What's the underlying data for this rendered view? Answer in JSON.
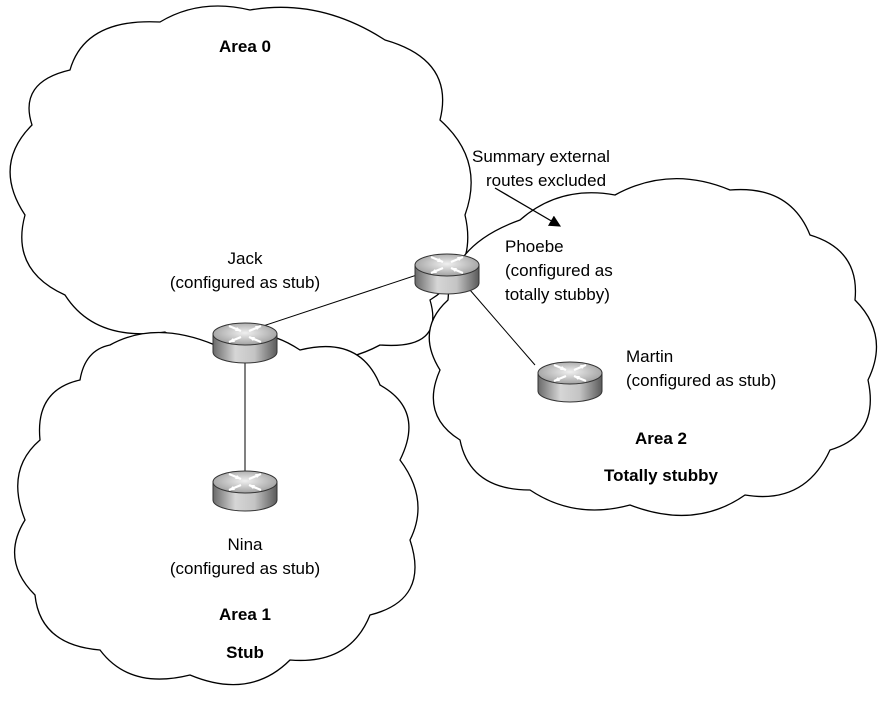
{
  "areas": {
    "area0": {
      "name": "Area 0",
      "type": ""
    },
    "area1": {
      "name": "Area 1",
      "type": "Stub"
    },
    "area2": {
      "name": "Area 2",
      "type": "Totally stubby"
    }
  },
  "routers": {
    "jack": {
      "name": "Jack",
      "config": "(configured as stub)"
    },
    "phoebe": {
      "name": "Phoebe",
      "config_line1": "(configured as",
      "config_line2": "totally stubby)"
    },
    "martin": {
      "name": "Martin",
      "config": "(configured as stub)"
    },
    "nina": {
      "name": "Nina",
      "config": "(configured as stub)"
    }
  },
  "annotation": {
    "line1": "Summary external",
    "line2": "routes excluded"
  },
  "links": [
    {
      "from": "Jack",
      "to": "Phoebe"
    },
    {
      "from": "Jack",
      "to": "Nina"
    },
    {
      "from": "Phoebe",
      "to": "Martin"
    }
  ]
}
